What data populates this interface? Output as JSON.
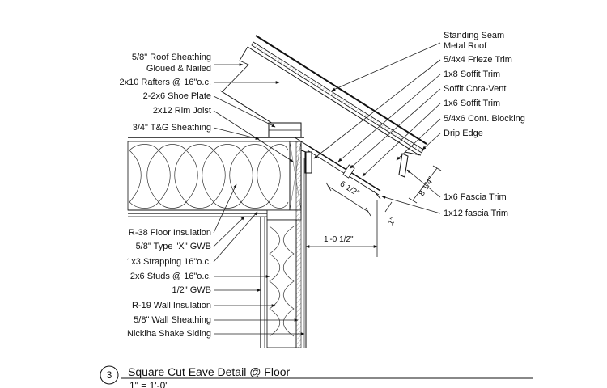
{
  "detail": {
    "number": "3",
    "title": "Square Cut Eave Detail @ Floor",
    "scale": "1\" = 1'-0\""
  },
  "labels_left": [
    "5/8\" Roof Sheathing",
    "Gloued & Nailed",
    "2x10 Rafters @ 16\"o.c.",
    "2-2x6 Shoe Plate",
    "2x12 Rim Joist",
    "3/4\" T&G Sheathing",
    "R-38 Floor Insulation",
    "5/8\" Type \"X\" GWB",
    "1x3 Strapping 16\"o.c.",
    "2x6 Studs @ 16\"o.c.",
    "1/2\" GWB",
    "R-19 Wall Insulation",
    "5/8\" Wall Sheathing",
    "Nickiha Shake Siding"
  ],
  "labels_right": [
    "Standing Seam",
    "Metal Roof",
    "5/4x4  Frieze Trim",
    "1x8 Soffit Trim",
    "Soffit Cora-Vent",
    "1x6 Soffit Trim",
    "5/4x6 Cont. Blocking",
    "Drip Edge",
    "1x6 Fascia Trim",
    "1x12 fascia Trim"
  ],
  "dimensions": [
    "6 1/2\"",
    "8 1/4\"",
    "1\"",
    "1'-0 1/2\""
  ]
}
